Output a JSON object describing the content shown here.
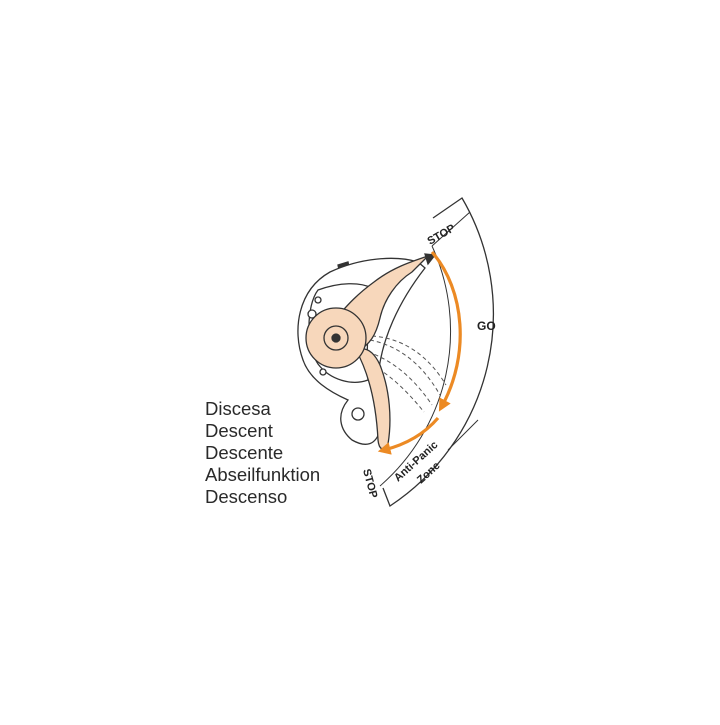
{
  "labels": {
    "stop_top": "STOP",
    "go": "GO",
    "stop_bottom": "STOP",
    "anti_panic_line1": "Anti-Panic",
    "anti_panic_line2": "Zone"
  },
  "caption": {
    "lines": [
      "Discesa",
      "Descent",
      "Descente",
      "Abseilfunktion",
      "Descenso"
    ]
  },
  "colors": {
    "arrow": "#ec8a24",
    "handle_fill": "#f7d7bb",
    "outline": "#333333"
  }
}
